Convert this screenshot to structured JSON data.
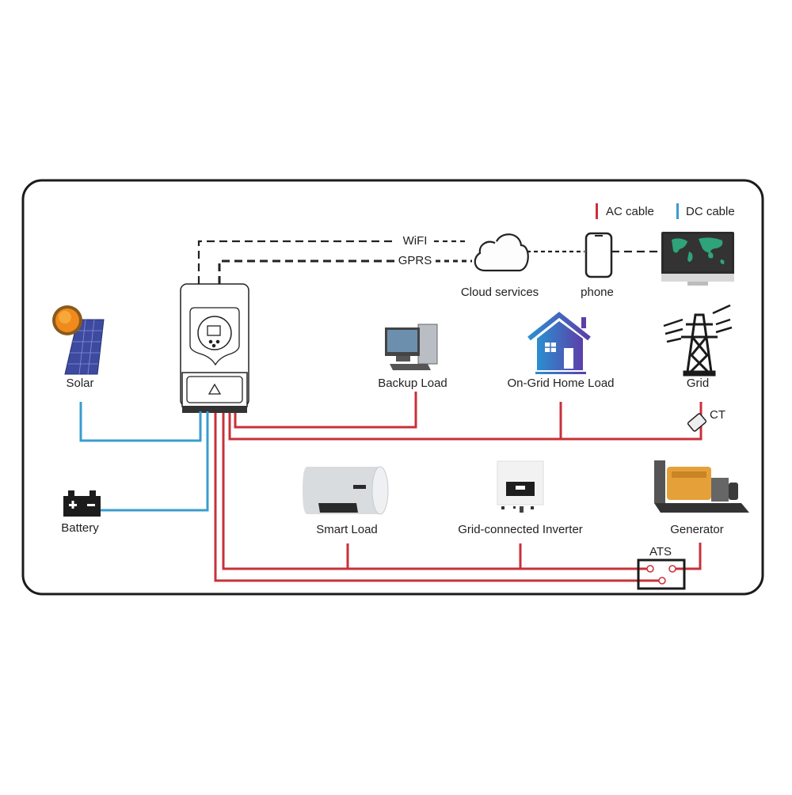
{
  "legend": {
    "ac_label": "AC cable",
    "dc_label": "DC cable",
    "ac_color": "#c8303a",
    "dc_color": "#3a9ccf"
  },
  "links": {
    "wifi_label": "WiFI",
    "gprs_label": "GPRS"
  },
  "nodes": {
    "cloud": {
      "label": "Cloud services",
      "icon": "cloud-icon"
    },
    "phone": {
      "label": "phone",
      "icon": "phone-icon"
    },
    "monitor": {
      "label": "",
      "icon": "world-map-monitor-icon"
    },
    "solar": {
      "label": "Solar",
      "icon": "solar-panel-icon"
    },
    "battery": {
      "label": "Battery",
      "icon": "battery-icon",
      "plus": "+",
      "minus": "−"
    },
    "inverter": {
      "label": "",
      "icon": "hybrid-inverter-icon"
    },
    "backup_load": {
      "label": "Backup Load",
      "icon": "desktop-computer-icon"
    },
    "home_load": {
      "label": "On-Grid Home Load",
      "icon": "house-icon"
    },
    "grid": {
      "label": "Grid",
      "icon": "power-tower-icon"
    },
    "ct": {
      "label": "CT",
      "icon": "ct-clamp-icon"
    },
    "smart_load": {
      "label": "Smart Load",
      "icon": "water-heater-icon"
    },
    "grid_inverter": {
      "label": "Grid-connected Inverter",
      "icon": "string-inverter-icon"
    },
    "generator": {
      "label": "Generator",
      "icon": "generator-icon"
    },
    "ats": {
      "label": "ATS",
      "icon": "ats-switch-icon"
    }
  }
}
